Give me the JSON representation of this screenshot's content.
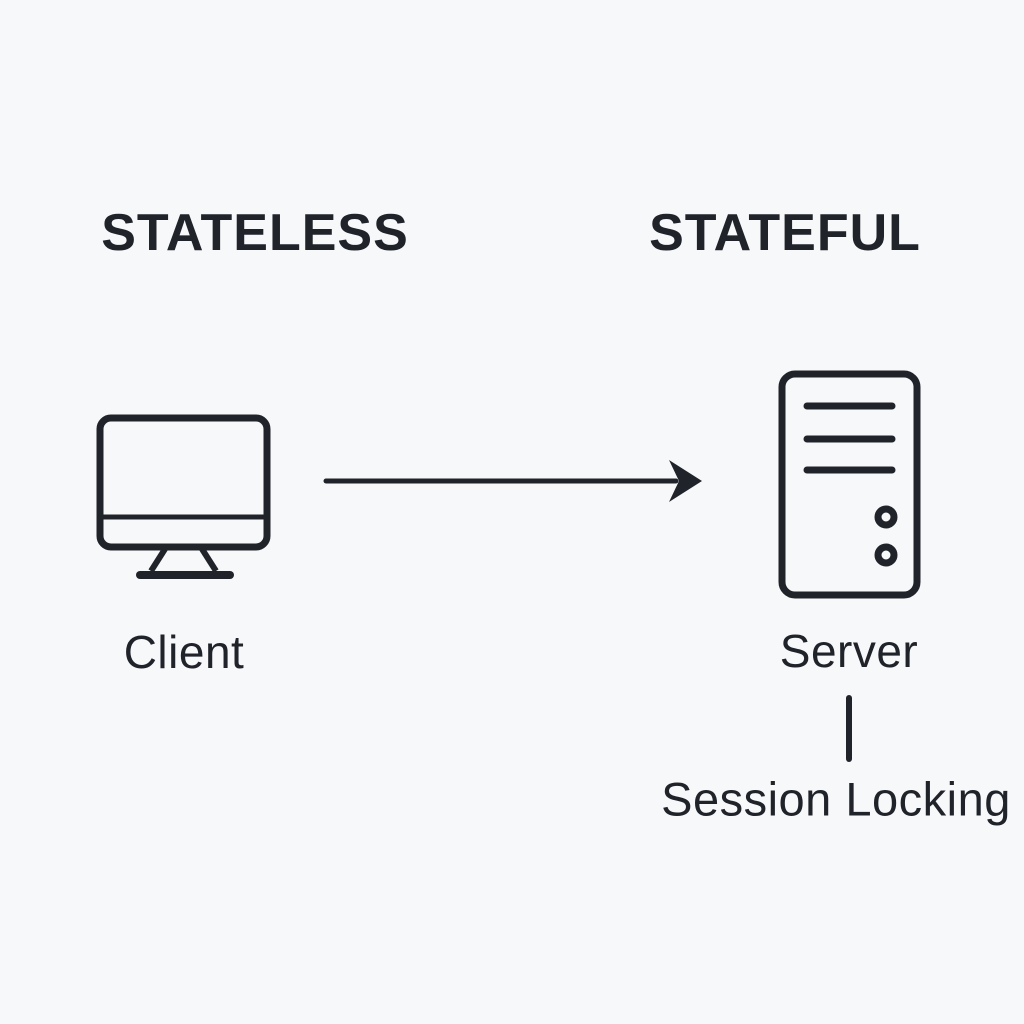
{
  "colors": {
    "background": "#f7f8fa",
    "ink": "#20242a"
  },
  "headings": {
    "left": "STATELESS",
    "right": "STATEFUL"
  },
  "nodes": {
    "client": {
      "label": "Client",
      "icon": "desktop-computer-icon"
    },
    "server": {
      "label": "Server",
      "icon": "server-tower-icon"
    }
  },
  "arrow": {
    "direction": "left-to-right"
  },
  "annotation": {
    "label": "Session Locking"
  }
}
